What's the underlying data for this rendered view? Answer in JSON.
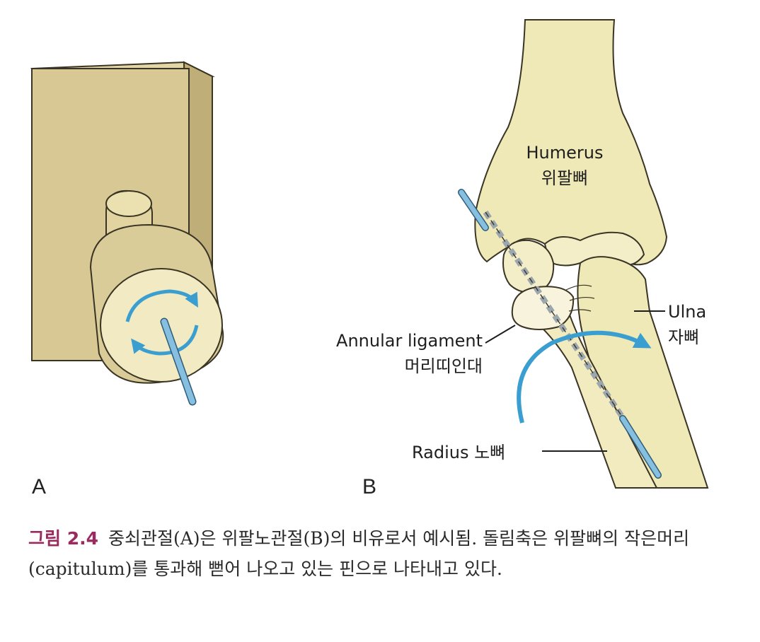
{
  "figure": {
    "panel_a_letter": "A",
    "panel_b_letter": "B",
    "labels": {
      "humerus_en": "Humerus",
      "humerus_ko": "위팔뼈",
      "ulna_en": "Ulna",
      "ulna_ko": "자뼈",
      "annular_en": "Annular ligament",
      "annular_ko": "머리띠인대",
      "radius": "Radius 노뼈"
    },
    "colors": {
      "bone": "#efe9b8",
      "block": "#d8c894",
      "pin": "#86bfe0",
      "arrow": "#3a9fd0",
      "caption_label": "#9b2a5e"
    }
  },
  "caption": {
    "label": "그림 2.4",
    "text": "중쇠관절(A)은 위팔노관절(B)의 비유로서 예시됨. 돌림축은 위팔뼈의 작은머리(capitulum)를 통과해 뻗어 나오고 있는 핀으로 나타내고 있다."
  }
}
